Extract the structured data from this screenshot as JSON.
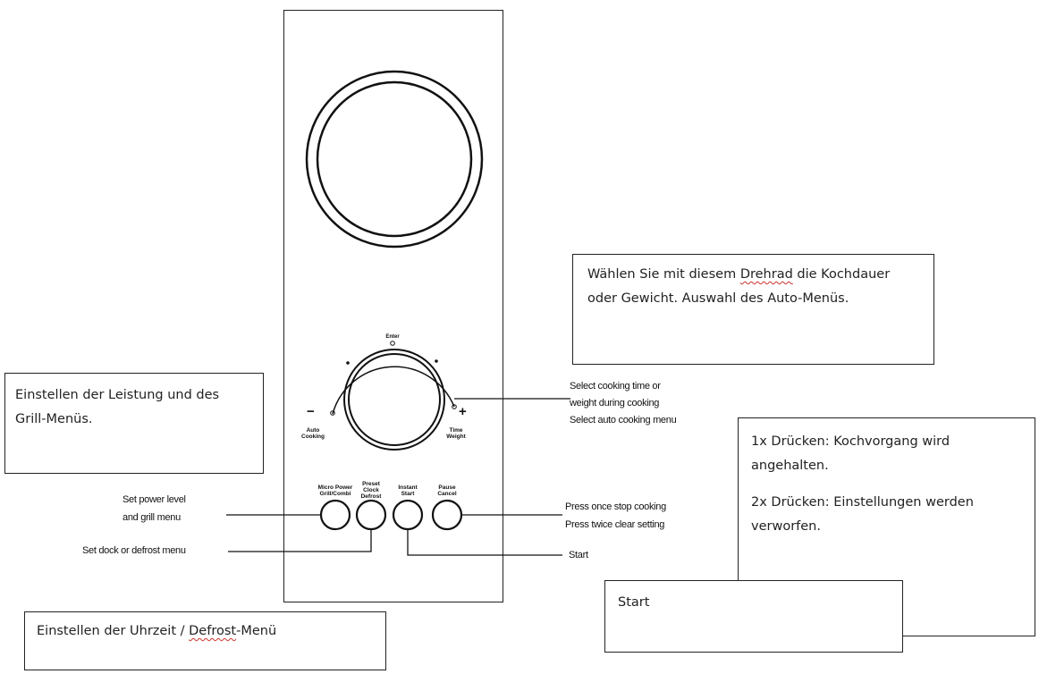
{
  "annotations_de": {
    "dial": {
      "word_before": "Wählen Sie mit diesem ",
      "misspelled": "Drehrad",
      "word_after": " die Kochdauer oder Gewicht. Auswahl des Auto-Menüs."
    },
    "power": "Einstellen der Leistung und des Grill-Menüs.",
    "stop": {
      "line1": "1x Drücken: Kochvorgang wird angehalten.",
      "line2": "2x Drücken: Einstellungen werden verworfen."
    },
    "start": "Start",
    "clock": {
      "before": "Einstellen der Uhrzeit / ",
      "misspelled": "Defrost",
      "after": "-Menü"
    }
  },
  "labels_en": {
    "dial_line1": "Select cooking time or",
    "dial_line2": "weight during cooking",
    "dial_line3": "Select auto cooking menu",
    "power_line1": "Set power level",
    "power_line2": "and grill menu",
    "clock": "Set dock or defrost menu",
    "stop_line1": "Press once stop cooking",
    "stop_line2": "Press twice clear setting",
    "start": "Start"
  },
  "panel_legends": {
    "enter": "Enter",
    "minus": "−",
    "plus": "+",
    "auto_cooking": "Auto\nCooking",
    "time_weight": "Time\nWeight",
    "btn_power": "Micro Power\nGrill/Combi",
    "btn_clock": "Preset\nClock\nDefrost",
    "btn_start": "Instant\nStart",
    "btn_stop": "Pause\nCancel"
  }
}
